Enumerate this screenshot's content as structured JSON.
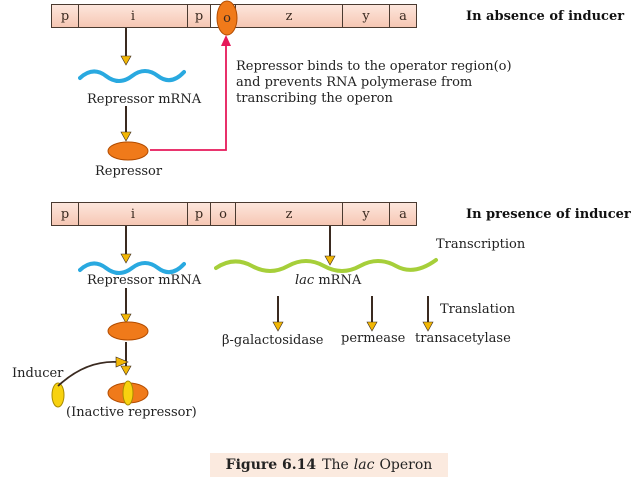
{
  "top": {
    "genes": [
      "p",
      "i",
      "p",
      "o",
      "z",
      "y",
      "a"
    ],
    "condition": "In absence of inducer",
    "repressor_mrna": "Repressor mRNA",
    "repressor": "Repressor",
    "note_lines": [
      "Repressor binds to the operator region(o)",
      "and prevents RNA polymerase from",
      "transcribing the operon"
    ]
  },
  "bottom": {
    "genes": [
      "p",
      "i",
      "p",
      "o",
      "z",
      "y",
      "a"
    ],
    "condition": "In presence of inducer",
    "transcription": "Transcription",
    "repressor_mrna": "Repressor mRNA",
    "lac_mrna_italic": "lac",
    "lac_mrna_rest": " mRNA",
    "translation": "Translation",
    "products": [
      "β-galactosidase",
      "permease",
      "transacetylase"
    ],
    "inducer": "Inducer",
    "inactive_repressor": "(Inactive repressor)"
  },
  "caption": {
    "figure": "Figure 6.14",
    "the": "The",
    "lac": "lac",
    "operon": "Operon"
  },
  "colors": {
    "gene_fill": "#f6c7b4",
    "mrna_blue": "#29a9e0",
    "mrna_green": "#a6cf3a",
    "repressor_orange": "#f07a1a",
    "inducer_yellow": "#f8d20f",
    "pink_arrow": "#e6195a",
    "caption_bg": "#fbeadf"
  }
}
